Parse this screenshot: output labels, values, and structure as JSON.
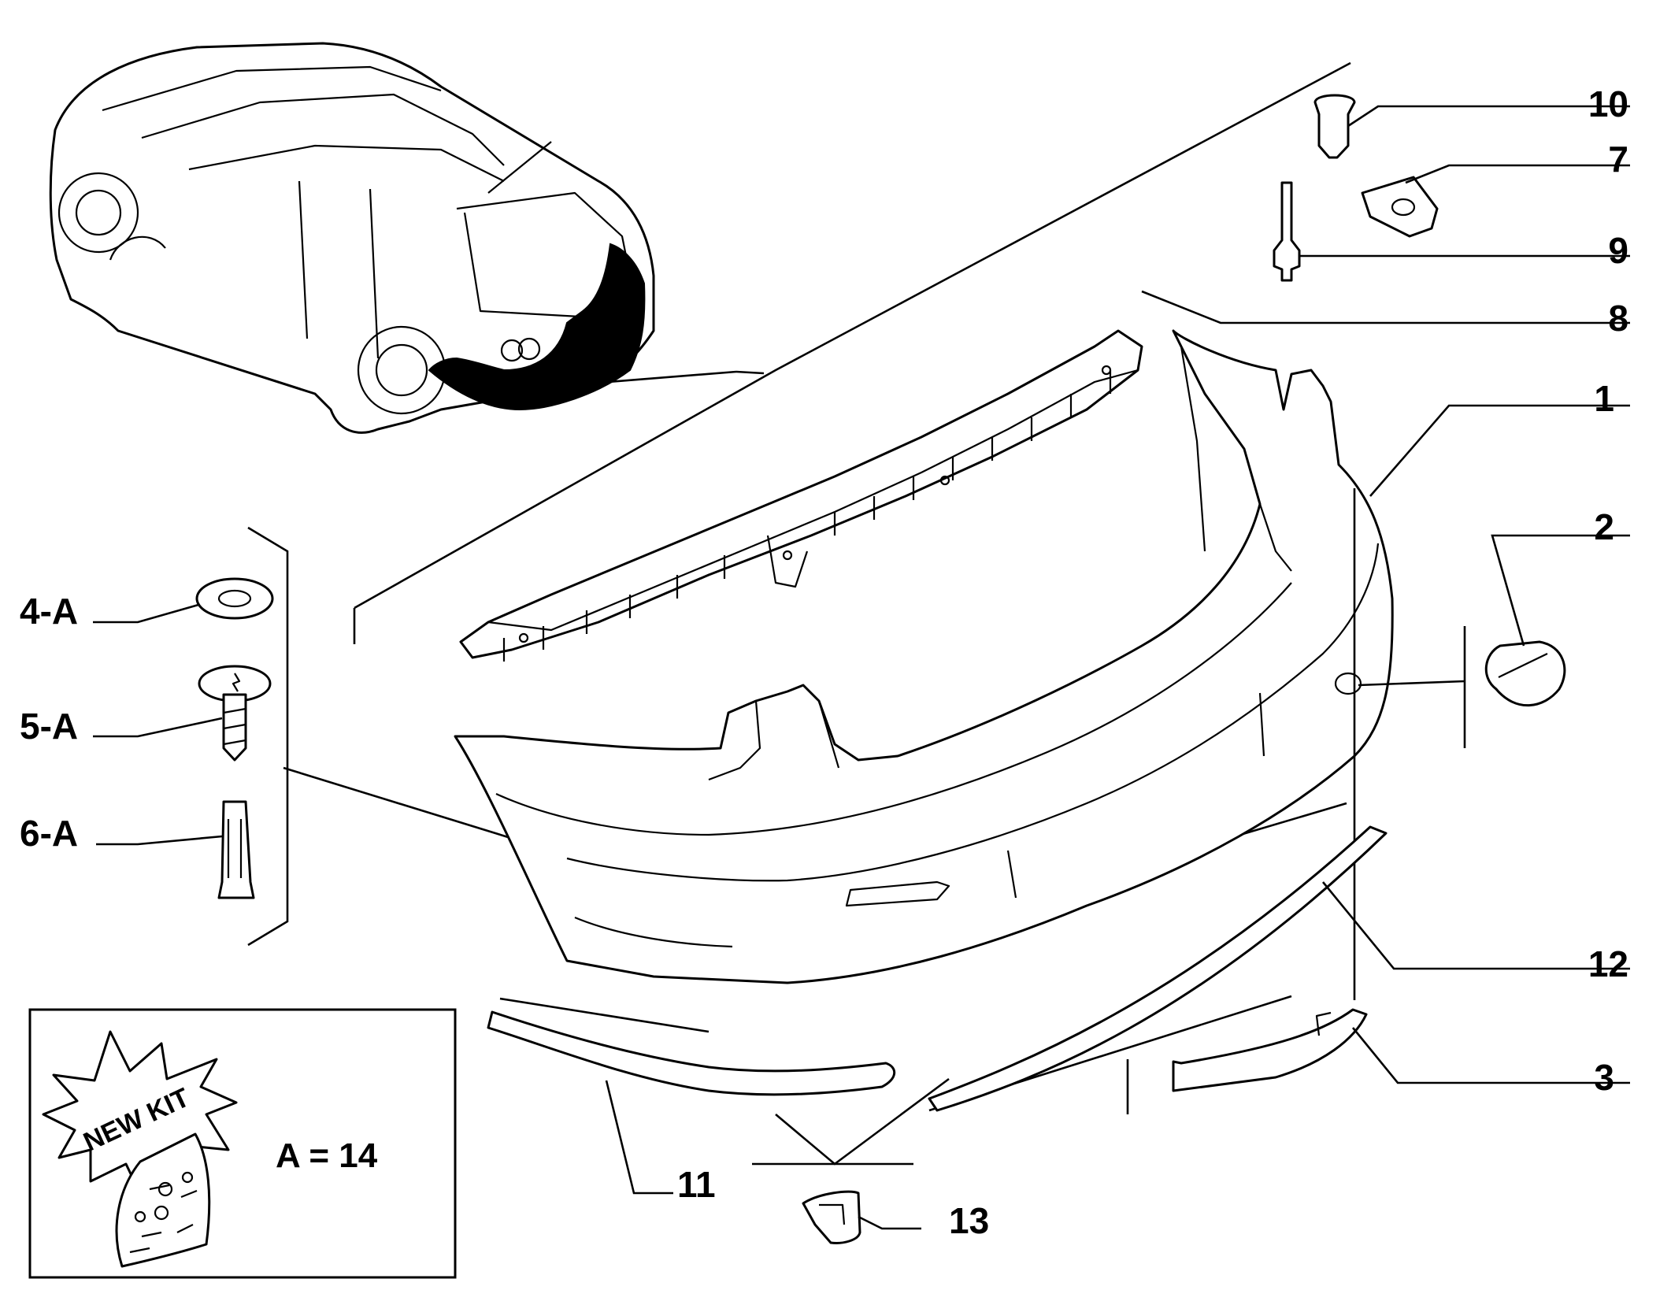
{
  "callouts": {
    "c10": "10",
    "c7": "7",
    "c9": "9",
    "c8": "8",
    "c1": "1",
    "c2": "2",
    "c4a": "4-A",
    "c5a": "5-A",
    "c6a": "6-A",
    "c12": "12",
    "c11": "11",
    "c13": "13",
    "c3": "3"
  },
  "kit": {
    "burst_text": "NEW KIT",
    "legend": "A = 14"
  }
}
